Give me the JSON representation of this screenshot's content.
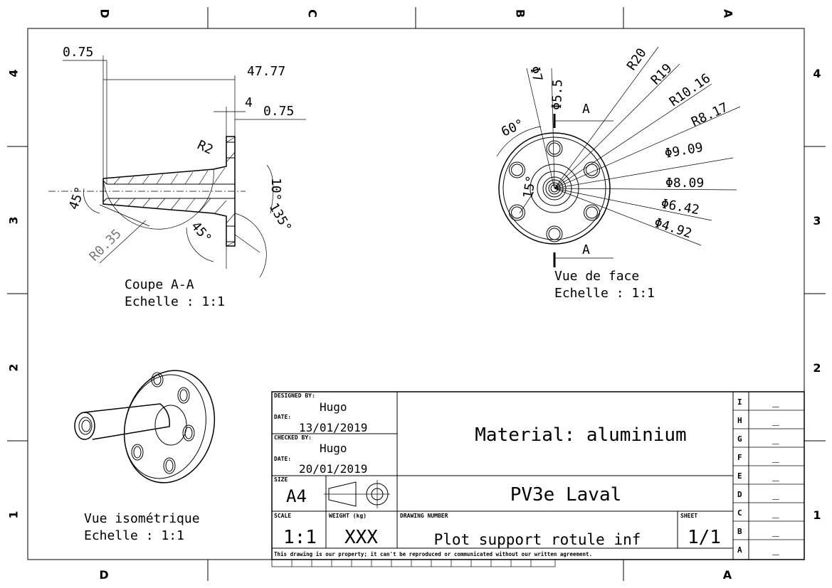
{
  "frame": {
    "columns_top": [
      "D",
      "C",
      "B",
      "A"
    ],
    "columns_bottom": [
      "D",
      "A"
    ],
    "rows": [
      "4",
      "3",
      "2",
      "1"
    ]
  },
  "section_view": {
    "title": "Coupe A-A",
    "scale_label": "Echelle :  1:1",
    "dims": {
      "d075_top": "0.75",
      "d4777": "47.77",
      "d4": "4",
      "d075_right": "0.75",
      "r2": "R2",
      "a10": "10°",
      "a45_left": "45°",
      "r035": "R0.35",
      "a135": "135°",
      "a45_bottom": "45°"
    }
  },
  "front_view": {
    "title": "Vue de face",
    "scale_label": "Echelle :  1:1",
    "section_mark": "A",
    "dims": {
      "phi7": "Φ7",
      "phi55": "Φ5.5",
      "r20": "R20",
      "r19": "R19",
      "r1016": "R10.16",
      "r817": "R8.17",
      "phi909": "Φ9.09",
      "phi809": "Φ8.09",
      "phi642": "Φ6.42",
      "phi492": "Φ4.92",
      "a60": "60°",
      "a15": "15°"
    }
  },
  "iso_view": {
    "title": "Vue isométrique",
    "scale_label": "Echelle :  1:1"
  },
  "title_block": {
    "designed_by_label": "DESIGNED BY:",
    "designed_by": "Hugo",
    "date_label": "DATE:",
    "designed_date": "13/01/2019",
    "checked_by_label": "CHECKED BY:",
    "checked_by": "Hugo",
    "checked_date": "20/01/2019",
    "size_label": "SIZE",
    "size": "A4",
    "material": "Material: aluminium",
    "company": "PV3e Laval",
    "scale_label": "SCALE",
    "scale": "1:1",
    "weight_label": "WEIGHT (kg)",
    "weight": "XXX",
    "drawing_number_label": "DRAWING NUMBER",
    "drawing_number": "Plot support rotule inf",
    "sheet_label": "SHEET",
    "sheet": "1/1",
    "disclaimer": "This drawing is our property; it can't be reproduced or communicated without our written agreement.",
    "revisions": [
      {
        "letter": "I",
        "value": "_"
      },
      {
        "letter": "H",
        "value": "_"
      },
      {
        "letter": "G",
        "value": "_"
      },
      {
        "letter": "F",
        "value": "_"
      },
      {
        "letter": "E",
        "value": "_"
      },
      {
        "letter": "D",
        "value": "_"
      },
      {
        "letter": "C",
        "value": "_"
      },
      {
        "letter": "B",
        "value": "_"
      },
      {
        "letter": "A",
        "value": "_"
      }
    ]
  }
}
